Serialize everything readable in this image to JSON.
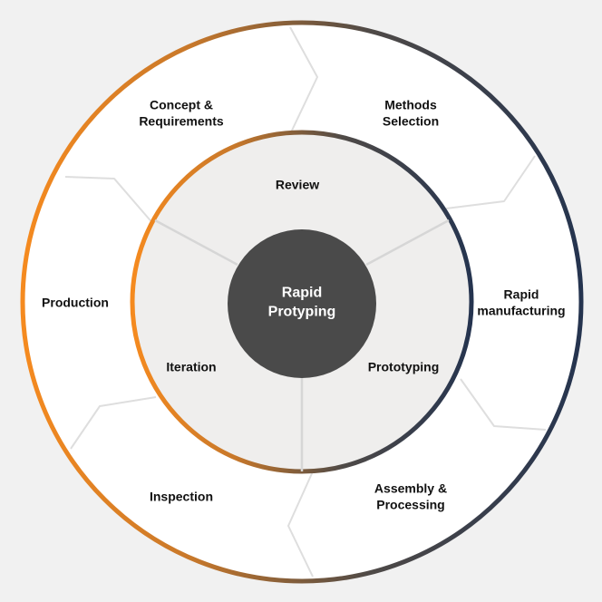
{
  "center": {
    "lines": [
      "Rapid",
      "Protyping"
    ]
  },
  "inner_ring": [
    {
      "id": "review",
      "lines": [
        "Review"
      ]
    },
    {
      "id": "prototyping",
      "lines": [
        "Prototyping"
      ]
    },
    {
      "id": "iteration",
      "lines": [
        "Iteration"
      ]
    }
  ],
  "outer_ring": [
    {
      "id": "methods-selection",
      "lines": [
        "Methods",
        "Selection"
      ]
    },
    {
      "id": "rapid-manufacturing",
      "lines": [
        "Rapid",
        "manufacturing"
      ]
    },
    {
      "id": "assembly-processing",
      "lines": [
        "Assembly &",
        "Processing"
      ]
    },
    {
      "id": "inspection",
      "lines": [
        "Inspection"
      ]
    },
    {
      "id": "production",
      "lines": [
        "Production"
      ]
    },
    {
      "id": "concept-requirements",
      "lines": [
        "Concept &",
        "Requirements"
      ]
    }
  ],
  "colors": {
    "background": "#f1f1f1",
    "outer_fill": "#ffffff",
    "inner_fill": "#efeeed",
    "center_fill": "#4a4a4a",
    "ring_gradient": [
      "#f58a1f",
      "#b36a2a",
      "#4a4a4a",
      "#25344f"
    ],
    "divider": "#d9d9d9"
  }
}
